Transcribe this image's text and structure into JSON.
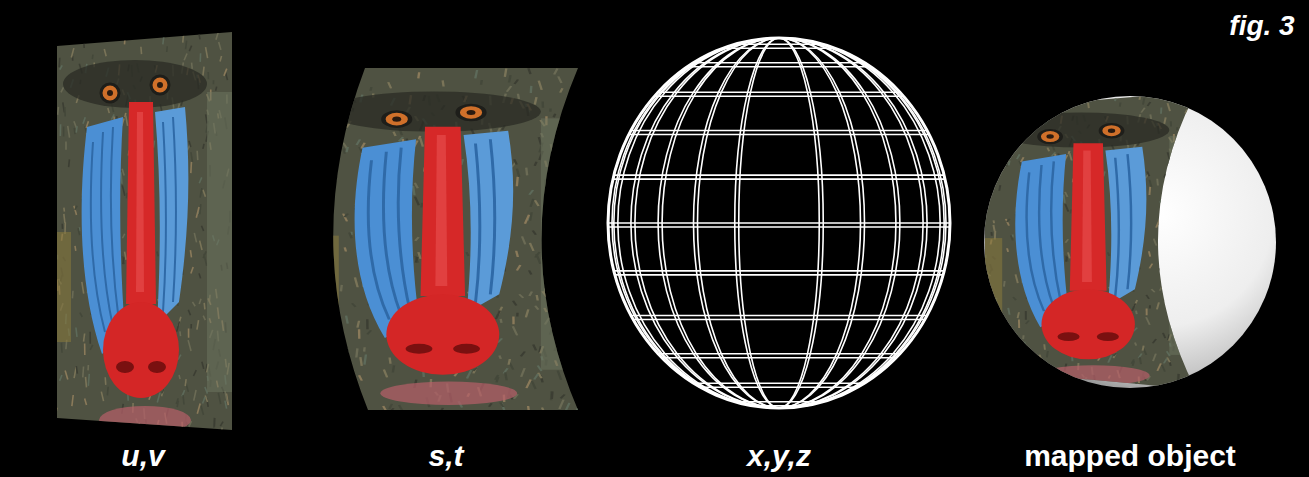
{
  "diagram": {
    "labels": [
      "fig. 3",
      "u,v",
      "s,t",
      "x,y,z",
      "mapped object"
    ]
  }
}
